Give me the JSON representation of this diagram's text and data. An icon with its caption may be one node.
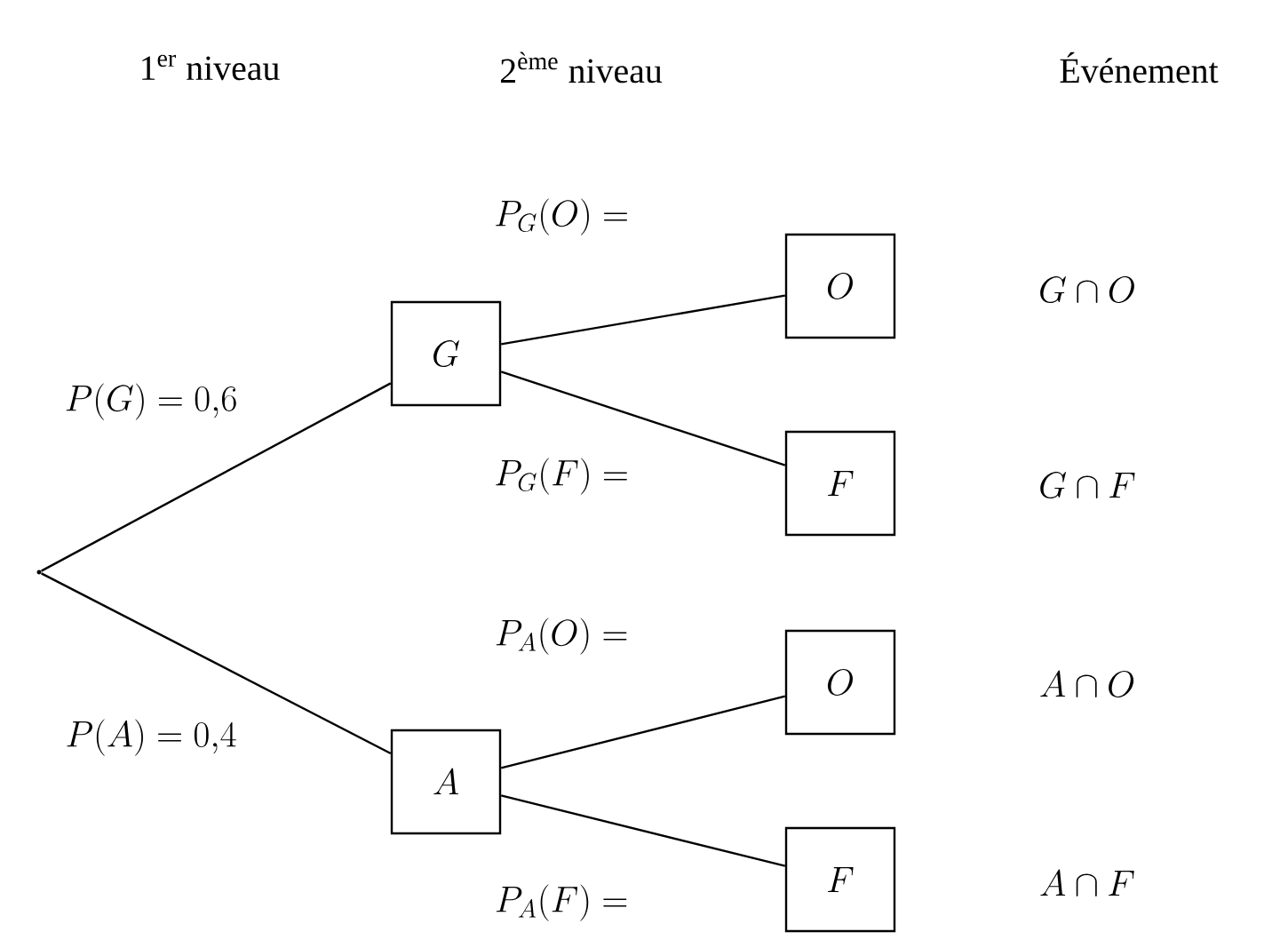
{
  "diagram": {
    "nodes": [
      {
        "text": [],
        "shape": "point"
      },
      {
        "text": [
          "G"
        ]
      },
      {
        "text": [
          "A"
        ]
      },
      {
        "text": [
          "O"
        ]
      },
      {
        "text": [
          "F"
        ]
      },
      {
        "text": [
          "O"
        ]
      },
      {
        "text": [
          "F"
        ]
      }
    ],
    "edges": [
      {
        "from": 0,
        "to": 1,
        "arrow": "none",
        "label": "P(G) = 0{,}6"
      },
      {
        "from": 0,
        "to": 2,
        "arrow": "none",
        "label": "P(A) = 0{,}4"
      },
      {
        "from": 1,
        "to": 3,
        "arrow": "none",
        "label": "P_G(O) ="
      },
      {
        "from": 1,
        "to": 4,
        "arrow": "none",
        "label": "P_G(F) ="
      },
      {
        "from": 2,
        "to": 5,
        "arrow": "none",
        "label": "P_A(O) ="
      },
      {
        "from": 2,
        "to": 6,
        "arrow": "none",
        "label": "P_A(F) ="
      }
    ],
    "labels": [
      "1$^{er}$ niveau",
      "2$^{ème}$ niveau",
      "Événement",
      "G \\cap O",
      "G \\cap F",
      "A \\cap O",
      "A \\cap F"
    ]
  }
}
